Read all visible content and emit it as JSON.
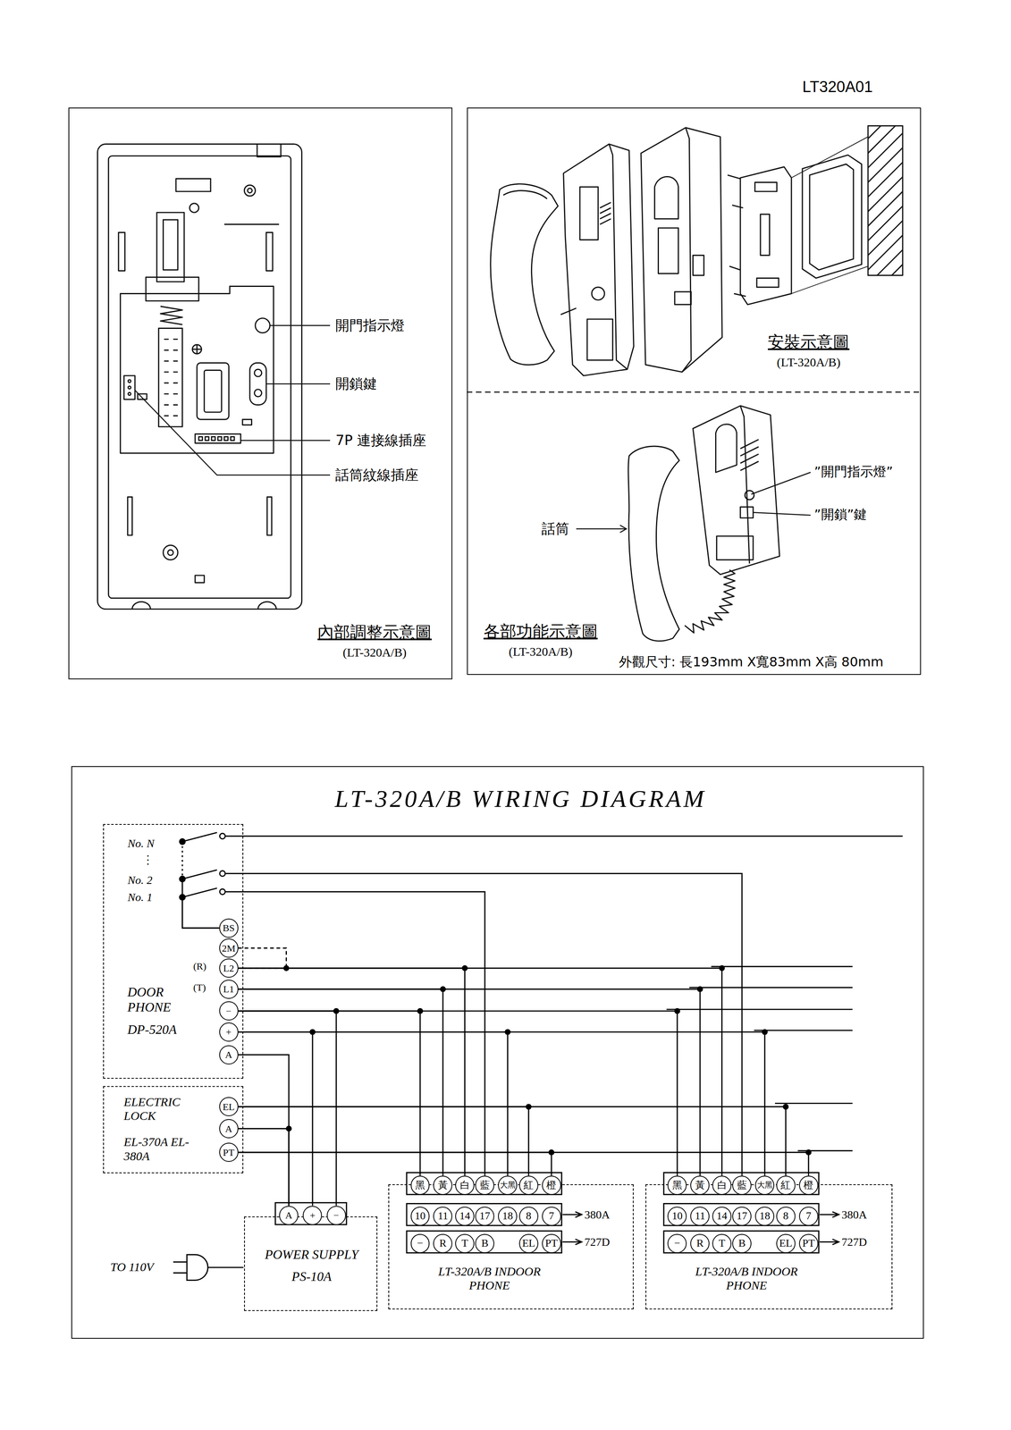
{
  "diagram": {
    "nodes": [
      {
        "text": [
          "內部調整示意圖",
          "(LT-320A/B)"
        ]
      },
      {
        "text": [
          "安裝示意圖",
          "(LT-320A/B)",
          "各部功能示意圖",
          "(LT-320A/B)",
          "外觀尺寸: 長193mm X寬83mm X高 80mm"
        ]
      },
      {
        "text": [
          "LT-320A/B WIRING DIAGRAM"
        ]
      },
      {
        "text": [
          "DOOR PHONE",
          "DP-520A"
        ],
        "in": 2
      },
      {
        "text": [
          "BS"
        ],
        "in": 3
      },
      {
        "text": [
          "2M"
        ],
        "in": 3
      },
      {
        "text": [
          "L2"
        ],
        "in": 3
      },
      {
        "text": [
          "L1"
        ],
        "in": 3
      },
      {
        "text": [
          "−"
        ],
        "in": 3
      },
      {
        "text": [
          "+"
        ],
        "in": 3
      },
      {
        "text": [
          "A"
        ],
        "in": 3
      },
      {
        "text": [
          "ELECTRIC LOCK",
          "EL-370A EL-380A"
        ],
        "in": 2
      },
      {
        "text": [
          "EL"
        ],
        "in": 11
      },
      {
        "text": [
          "A"
        ],
        "in": 11
      },
      {
        "text": [
          "PT"
        ],
        "in": 11
      },
      {
        "text": [
          "POWER SUPPLY",
          "PS-10A"
        ],
        "in": 2
      },
      {
        "text": [
          "A"
        ],
        "in": 15
      },
      {
        "text": [
          "+"
        ],
        "in": 15
      },
      {
        "text": [
          "−"
        ],
        "in": 15
      },
      {
        "text": [
          "LT-320A/B INDOOR PHONE"
        ],
        "in": 2
      },
      {
        "text": [
          "黑"
        ],
        "in": 19
      },
      {
        "text": [
          "黃"
        ],
        "in": 19
      },
      {
        "text": [
          "白"
        ],
        "in": 19
      },
      {
        "text": [
          "藍"
        ],
        "in": 19
      },
      {
        "text": [
          "大黑"
        ],
        "in": 19
      },
      {
        "text": [
          "紅"
        ],
        "in": 19
      },
      {
        "text": [
          "橙"
        ],
        "in": 19
      },
      {
        "text": [
          "10"
        ],
        "in": 19
      },
      {
        "text": [
          "11"
        ],
        "in": 19
      },
      {
        "text": [
          "14"
        ],
        "in": 19
      },
      {
        "text": [
          "17"
        ],
        "in": 19
      },
      {
        "text": [
          "18"
        ],
        "in": 19
      },
      {
        "text": [
          "8"
        ],
        "in": 19
      },
      {
        "text": [
          "7"
        ],
        "in": 19
      },
      {
        "text": [
          "−"
        ],
        "in": 19
      },
      {
        "text": [
          "R"
        ],
        "in": 19
      },
      {
        "text": [
          "T"
        ],
        "in": 19
      },
      {
        "text": [
          "B"
        ],
        "in": 19
      },
      {
        "text": [
          "EL"
        ],
        "in": 19
      },
      {
        "text": [
          "PT"
        ],
        "in": 19
      },
      {
        "text": [
          "LT-320A/B INDOOR PHONE"
        ],
        "in": 2
      },
      {
        "text": [
          "黑"
        ],
        "in": 40
      },
      {
        "text": [
          "黃"
        ],
        "in": 40
      },
      {
        "text": [
          "白"
        ],
        "in": 40
      },
      {
        "text": [
          "藍"
        ],
        "in": 40
      },
      {
        "text": [
          "大黑"
        ],
        "in": 40
      },
      {
        "text": [
          "紅"
        ],
        "in": 40
      },
      {
        "text": [
          "橙"
        ],
        "in": 40
      },
      {
        "text": [
          "10"
        ],
        "in": 40
      },
      {
        "text": [
          "11"
        ],
        "in": 40
      },
      {
        "text": [
          "14"
        ],
        "in": 40
      },
      {
        "text": [
          "17"
        ],
        "in": 40
      },
      {
        "text": [
          "18"
        ],
        "in": 40
      },
      {
        "text": [
          "8"
        ],
        "in": 40
      },
      {
        "text": [
          "7"
        ],
        "in": 40
      },
      {
        "text": [
          "−"
        ],
        "in": 40
      },
      {
        "text": [
          "R"
        ],
        "in": 40
      },
      {
        "text": [
          "T"
        ],
        "in": 40
      },
      {
        "text": [
          "B"
        ],
        "in": 40
      },
      {
        "text": [
          "EL"
        ],
        "in": 40
      },
      {
        "text": [
          "PT"
        ],
        "in": 40
      }
    ],
    "edges": [
      {
        "from": 4,
        "to": 23,
        "arrow": "none"
      },
      {
        "from": 4,
        "to": 44,
        "arrow": "none"
      },
      {
        "from": 5,
        "to": 6,
        "arrow": "none"
      },
      {
        "from": 6,
        "to": 22,
        "arrow": "none"
      },
      {
        "from": 6,
        "to": 43,
        "arrow": "none"
      },
      {
        "from": 7,
        "to": 21,
        "arrow": "none"
      },
      {
        "from": 7,
        "to": 42,
        "arrow": "none"
      },
      {
        "from": 8,
        "to": 18,
        "arrow": "none"
      },
      {
        "from": 8,
        "to": 20,
        "arrow": "none"
      },
      {
        "from": 8,
        "to": 41,
        "arrow": "none"
      },
      {
        "from": 9,
        "to": 17,
        "arrow": "none"
      },
      {
        "from": 9,
        "to": 24,
        "arrow": "none"
      },
      {
        "from": 9,
        "to": 45,
        "arrow": "none"
      },
      {
        "from": 10,
        "to": 16,
        "arrow": "none"
      },
      {
        "from": 13,
        "to": 16,
        "arrow": "none"
      },
      {
        "from": 12,
        "to": 25,
        "arrow": "none"
      },
      {
        "from": 12,
        "to": 46,
        "arrow": "none"
      },
      {
        "from": 14,
        "to": 26,
        "arrow": "none"
      },
      {
        "from": 14,
        "to": 47,
        "arrow": "none"
      }
    ],
    "labels": [
      "LT320A01",
      "開門指示燈",
      "開鎖鍵",
      "7P 連接線插座",
      "話筒紋線插座",
      "話筒",
      "”開門指示燈”",
      "”開鎖”鍵",
      "No. N",
      "⋮",
      "No. 2",
      "No. 1",
      "(R)",
      "(T)",
      "380A",
      "727D",
      "380A",
      "727D",
      "TO 110V"
    ]
  }
}
